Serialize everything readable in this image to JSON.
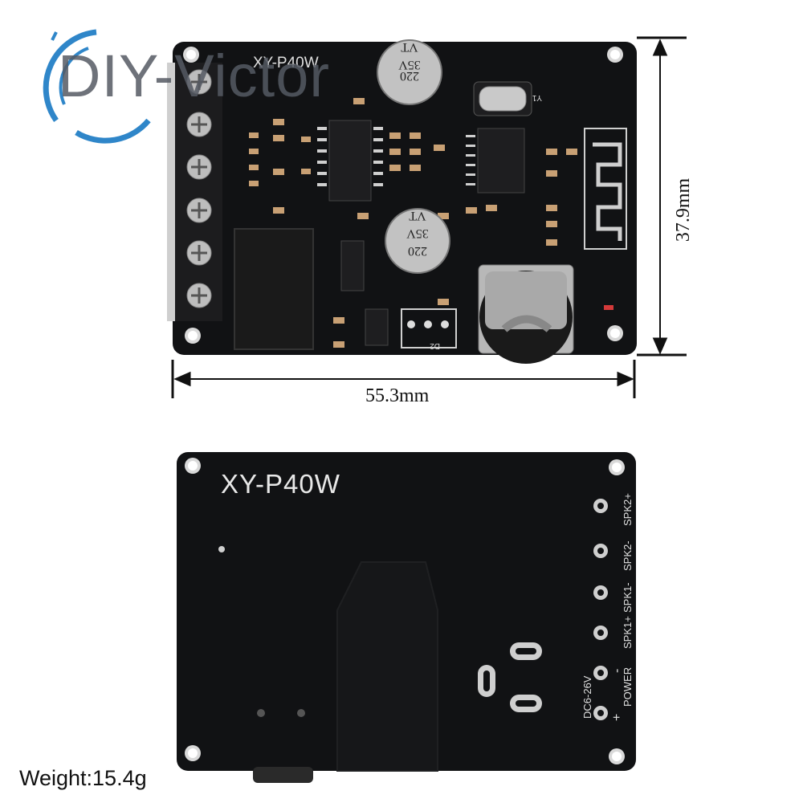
{
  "watermark": {
    "text": "DIY-Victor",
    "icon": "circle-ring-logo"
  },
  "top_board": {
    "model": "XY-P40W",
    "capacitor_1": [
      "220",
      "35V",
      "VT"
    ],
    "capacitor_2": [
      "220",
      "35V",
      "VT"
    ],
    "crystal_label": "Y1",
    "diode_label": "D2"
  },
  "dimensions": {
    "width": "55.3mm",
    "height": "37.9mm"
  },
  "bottom_board": {
    "model": "XY-P40W",
    "pins": [
      "SPK2+",
      "SPK2-",
      "SPK1-",
      "SPK1+"
    ],
    "power_label": "POWER",
    "voltage_label": "DC6-26V",
    "minus": "-",
    "plus": "+"
  },
  "weight": "Weight:15.4g",
  "colors": {
    "pcb": "#111214",
    "silkscreen": "#e6e6e6",
    "logo_blue": "#2f86c9",
    "watermark_gray": "#555a63"
  }
}
